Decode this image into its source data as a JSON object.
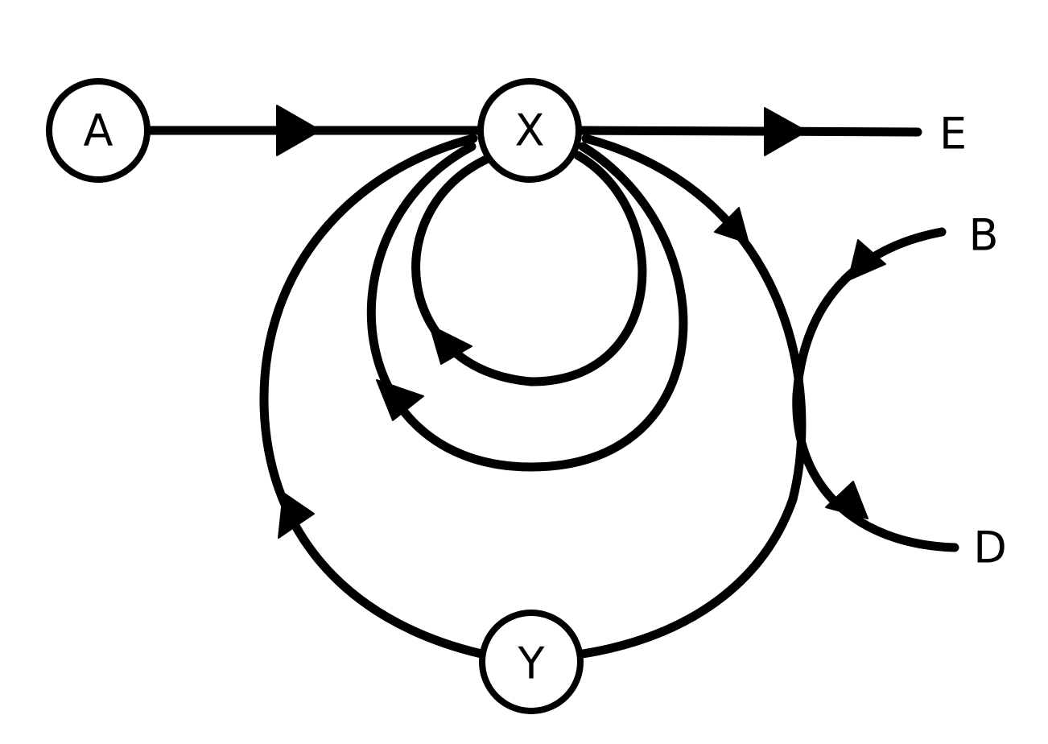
{
  "diagram": {
    "type": "directed-graph",
    "nodes": [
      {
        "id": "A",
        "label": "A",
        "shape": "circle"
      },
      {
        "id": "X",
        "label": "X",
        "shape": "circle"
      },
      {
        "id": "Y",
        "label": "Y",
        "shape": "circle"
      },
      {
        "id": "E",
        "label": "E",
        "shape": "terminal"
      },
      {
        "id": "B",
        "label": "B",
        "shape": "terminal"
      },
      {
        "id": "D",
        "label": "D",
        "shape": "terminal"
      }
    ],
    "edges": [
      {
        "from": "A",
        "to": "X"
      },
      {
        "from": "X",
        "to": "E"
      },
      {
        "from": "X",
        "to": "X",
        "kind": "self-loop-inner"
      },
      {
        "from": "X",
        "to": "X",
        "kind": "self-loop-outer"
      },
      {
        "from": "X",
        "to": "Y"
      },
      {
        "from": "Y",
        "to": "X"
      },
      {
        "from": "B",
        "to": "D"
      }
    ],
    "colors": {
      "stroke": "#000000",
      "background": "#ffffff"
    }
  }
}
